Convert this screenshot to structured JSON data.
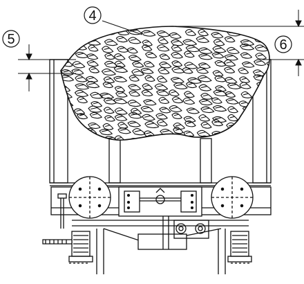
{
  "callouts": {
    "load_top": "4",
    "side_height": "5",
    "overtop_height": "6"
  },
  "colors": {
    "line": "#111111",
    "background": "#ffffff"
  },
  "icons": [
    "circled-number-callout",
    "dimension-arrow",
    "coal-load-hatch",
    "wheel",
    "spring"
  ]
}
